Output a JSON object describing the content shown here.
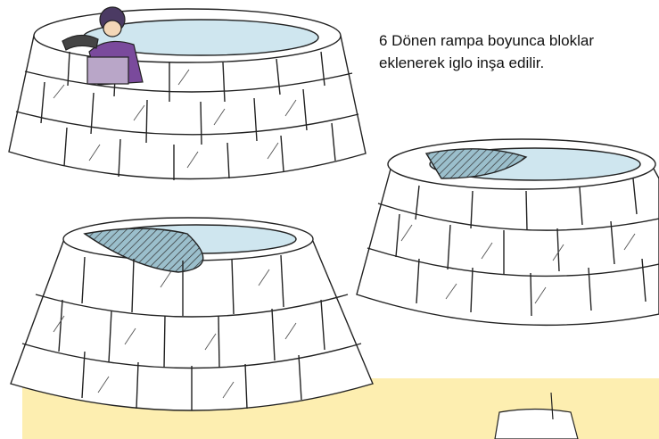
{
  "caption": {
    "line1": "6 Dönen rampa boyunca bloklar",
    "line2": "eklenerek iglo inşa edilir."
  },
  "colors": {
    "ground": "#fdeeb0",
    "snow_block": "#ffffff",
    "interior_ice": "#cfe6ef",
    "outline": "#222222",
    "parka": "#7a4a9c",
    "hat": "#4b3a63"
  },
  "icons": [
    "igloo-illustration",
    "person-illustration"
  ]
}
